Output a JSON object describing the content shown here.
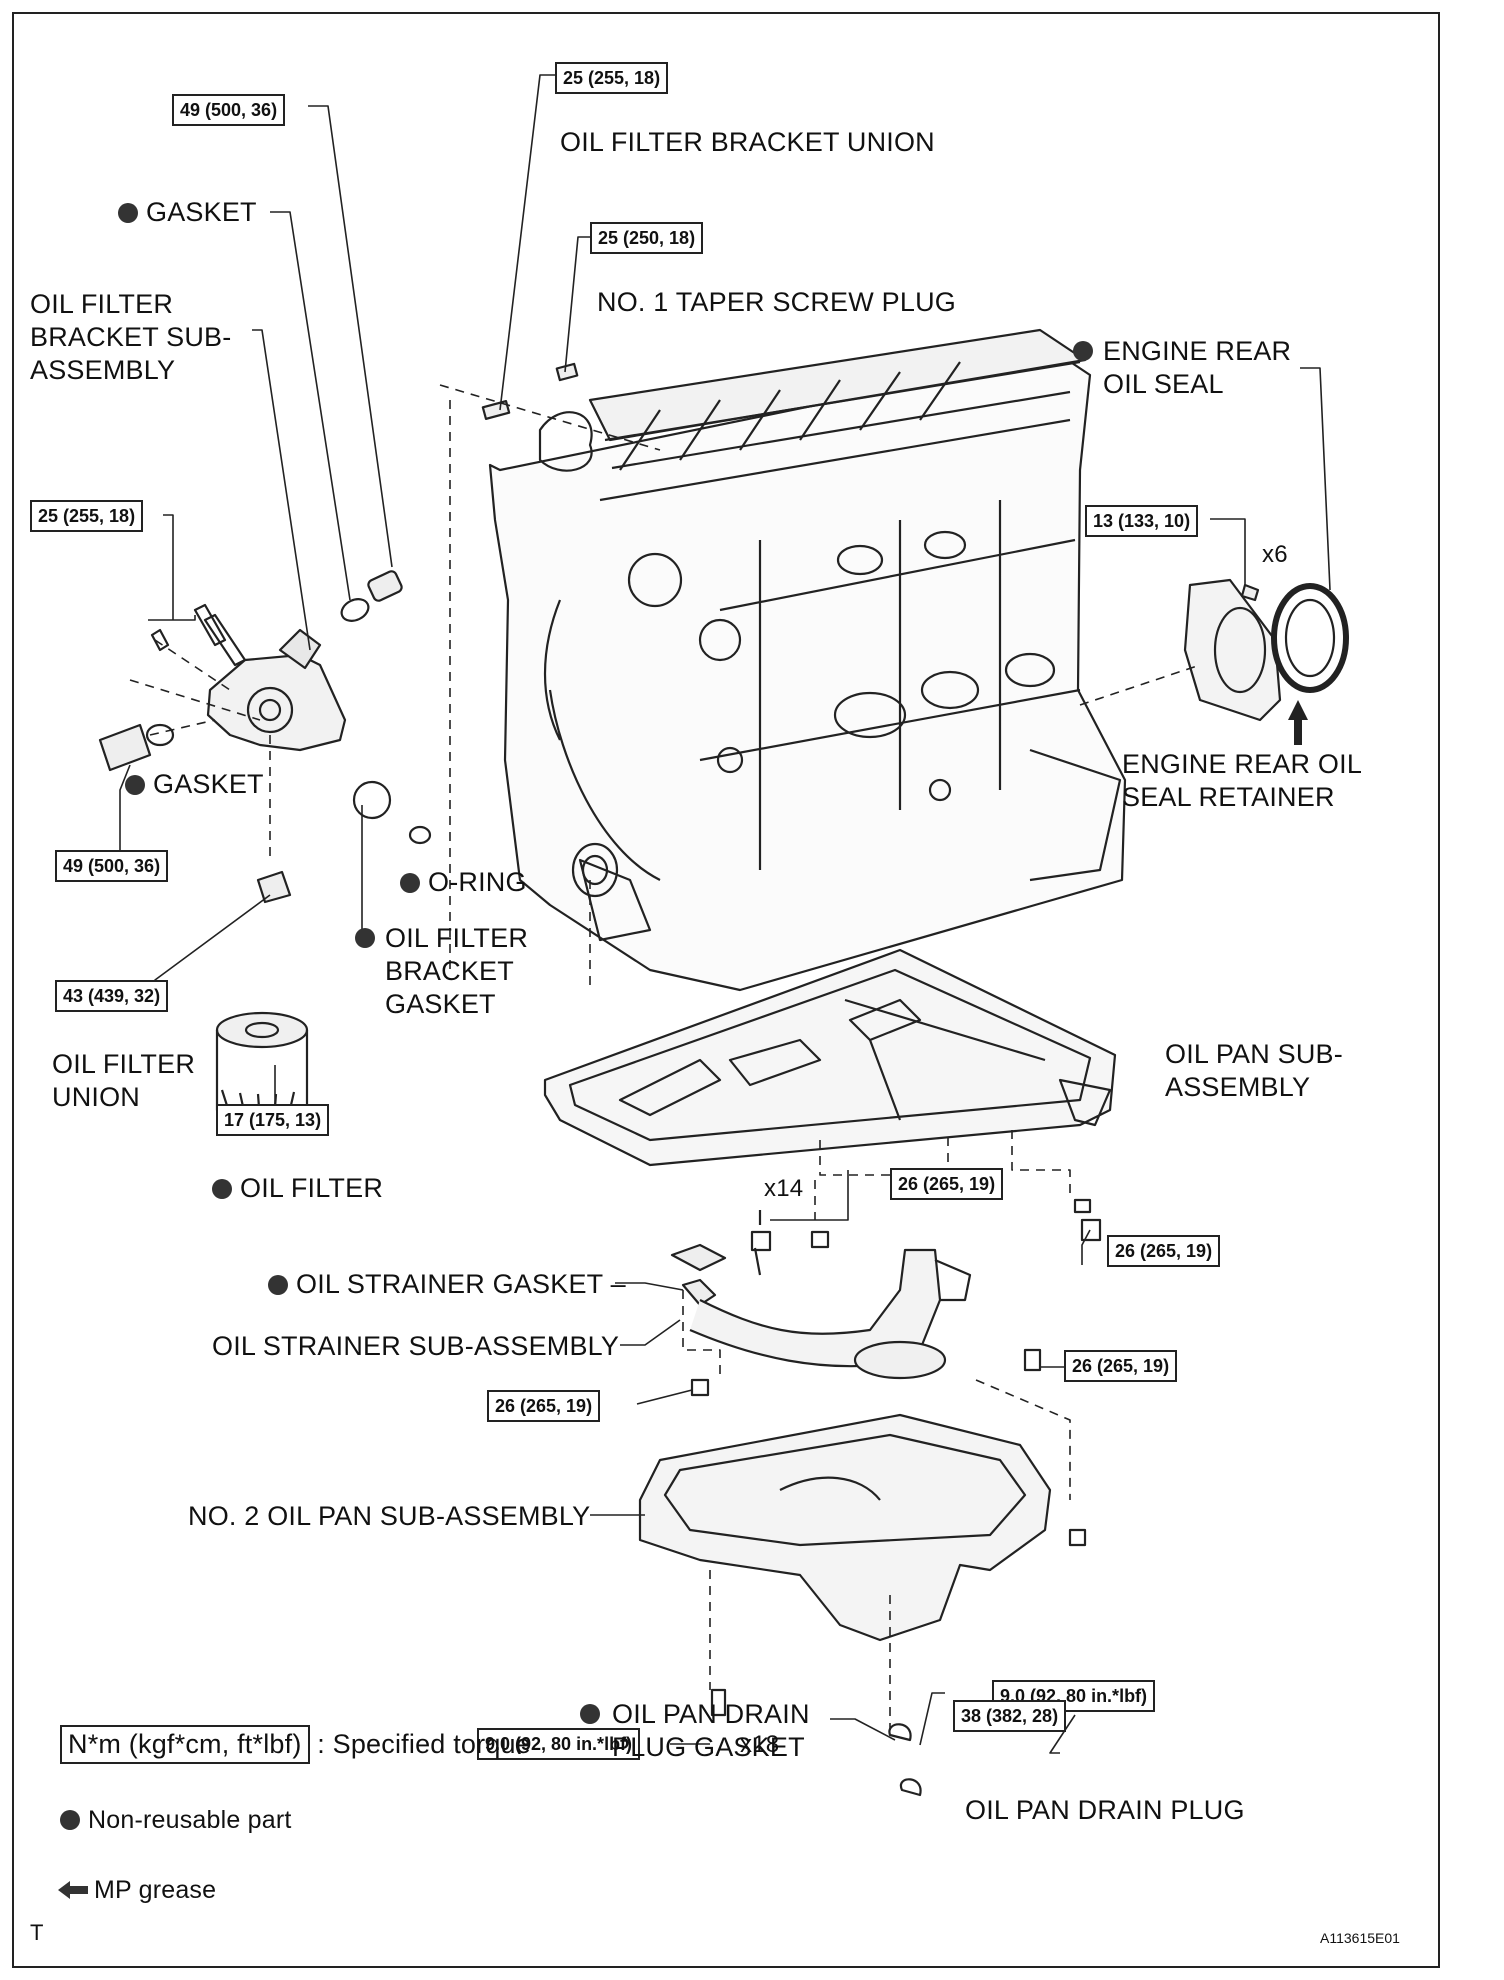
{
  "torque": {
    "t_bracket_union": "25 (255, 18)",
    "t_taper_plug": "25 (250, 18)",
    "t_top_plug": "49 (500, 36)",
    "t_bracket_bolts": "25 (255, 18)",
    "t_side_plug": "49 (500, 36)",
    "t_filter_union": "43 (439, 32)",
    "t_oil_filter": "17 (175, 13)",
    "t_rear_retainer": "13 (133, 10)",
    "t_pan_bolts": "26 (265, 19)",
    "t_pan_nut": "26 (265, 19)",
    "t_strainer_bolt": "26 (265, 19)",
    "t_strainer_nut": "26 (265, 19)",
    "t_pan2_nut": "9.0 (92, 80 in.*lbf)",
    "t_pan2_bolts": "9.0 (92, 80 in.*lbf)",
    "t_drain_plug": "38 (382, 28)"
  },
  "labels": {
    "bracket_union": "OIL FILTER BRACKET UNION",
    "taper_plug": "NO. 1 TAPER SCREW PLUG",
    "gasket_top": "GASKET",
    "bracket_sub": "OIL FILTER BRACKET SUB-ASSEMBLY",
    "gasket_side": "GASKET",
    "oring": "O-RING",
    "bracket_gasket": "OIL FILTER BRACKET GASKET",
    "filter_union": "OIL FILTER UNION",
    "oil_filter": "OIL FILTER",
    "rear_oil_seal": "ENGINE REAR OIL SEAL",
    "rear_retainer": "ENGINE REAR OIL SEAL RETAINER",
    "pan_sub": "OIL PAN SUB-ASSEMBLY",
    "strainer_gasket": "OIL STRAINER GASKET",
    "strainer_sub": "OIL STRAINER SUB-ASSEMBLY",
    "pan2_sub": "NO. 2 OIL PAN SUB-ASSEMBLY",
    "drain_gasket": "OIL PAN DRAIN PLUG GASKET",
    "drain_plug": "OIL PAN DRAIN PLUG"
  },
  "counts": {
    "x6": "x6",
    "x14": "x14",
    "x18": "x18"
  },
  "legend": {
    "torque_box": "N*m (kgf*cm, ft*lbf)",
    "torque_text": ": Specified torque",
    "nonreusable": "Non-reusable part",
    "grease": "MP grease"
  },
  "footer": {
    "corner": "T",
    "figure_id": "A113615E01"
  },
  "colors": {
    "ink": "#222222",
    "fill": "#ffffff",
    "shade": "#bbbbbb"
  },
  "icons": {
    "nonreusable": "filled-circle",
    "grease": "arrow-left"
  }
}
